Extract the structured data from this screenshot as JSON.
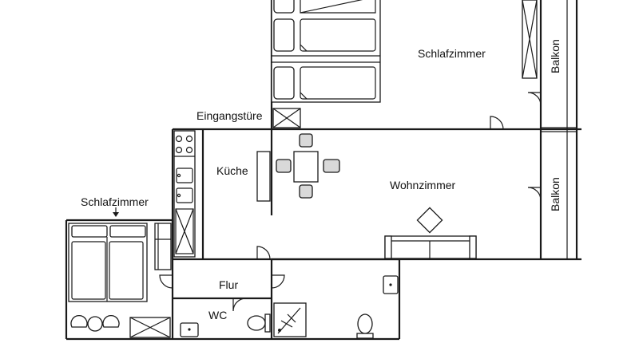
{
  "rooms": {
    "schlafzimmer_main": "Schlafzimmer",
    "schlafzimmer_small": "Schlafzimmer",
    "eingangstuere": "Eingangstüre",
    "kueche": "Küche",
    "wohnzimmer": "Wohnzimmer",
    "flur": "Flur",
    "wc": "WC",
    "balkon_top": "Balkon",
    "balkon_bottom": "Balkon"
  },
  "colors": {
    "line": "#1a1a1a",
    "furniture_fill": "#d9d9d9",
    "background": "#ffffff"
  }
}
